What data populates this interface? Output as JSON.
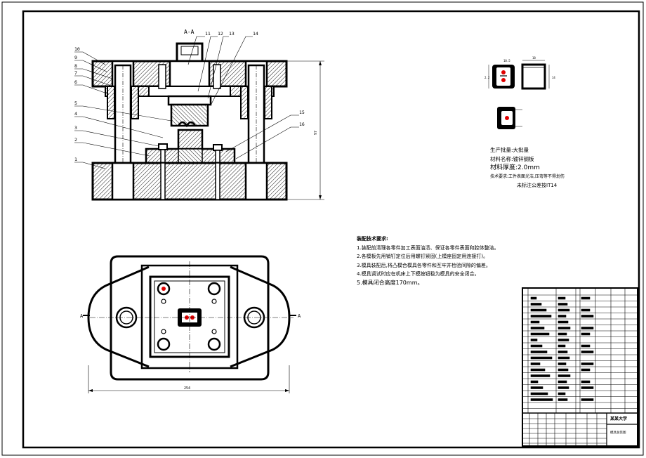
{
  "section_label": "A-A",
  "balloons": [
    "1",
    "2",
    "3",
    "4",
    "5",
    "6",
    "7",
    "8",
    "9",
    "10",
    "11",
    "12",
    "13",
    "14",
    "15",
    "16"
  ],
  "dimensions": {
    "height_dim": "97",
    "width_dim": "254",
    "part_dim_top": "10.5",
    "part_dim_right": "18",
    "part_dim_right2": "14",
    "part_dim_left": "2.2"
  },
  "view_markers": {
    "left": "A",
    "right": "A"
  },
  "specs": {
    "line1": "生产批量:大批量",
    "line2": "材料名称:镀锌钢板",
    "line3": "材料厚度:2.0mm",
    "line4": "技术要求:工件表面光洁,压弯等不得划伤",
    "line5": "未标注公差按IT14"
  },
  "tech_requirements": {
    "title": "装配技术要求:",
    "items": [
      "1.装配前清理各零件加工表面油渍、保证各零件表面和腔体整洁。",
      "2.各模板先用销钉定位后用螺钉紧固(上模座固定用连接打)。",
      "3.模具装配后,将凸模合模具各零件和互牢并检验间隙的偏差。",
      "4.模具调试时应在机床上下模按钮稳为模具的安全闭合。",
      "5.模具闭合高度170mm。"
    ]
  },
  "title_block": {
    "school": "某某大学",
    "drawing_name": "模具总装图"
  },
  "colors": {
    "accent": "#e00000",
    "line": "#000000",
    "fill_dark": "#000000"
  }
}
